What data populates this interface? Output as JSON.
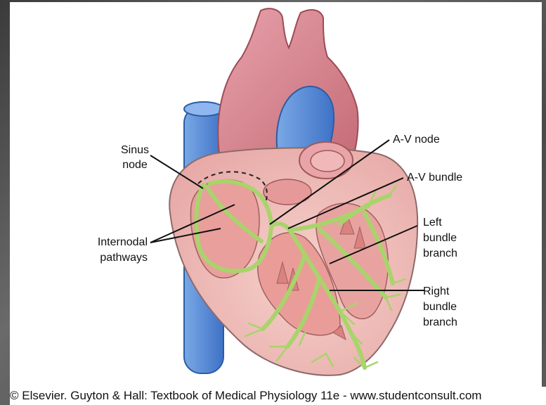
{
  "labels": {
    "sinus_node": [
      "Sinus",
      "node"
    ],
    "internodal_pathways": [
      "Internodal",
      "pathways"
    ],
    "av_node": "A-V node",
    "av_bundle": "A-V bundle",
    "left_bundle_branch": [
      "Left",
      "bundle",
      "branch"
    ],
    "right_bundle_branch": [
      "Right",
      "bundle",
      "branch"
    ]
  },
  "credit": "© Elsevier. Guyton & Hall: Textbook of Medical Physiology 11e - www.studentconsult.com",
  "colors": {
    "aorta": "#d98b95",
    "vein_blue": "#5a8fd6",
    "chamber_pink": "#f3c1bb",
    "muscle_pink": "#e9a29d",
    "conduction_green": "#a8d46b",
    "outline": "#8d6a6a"
  }
}
